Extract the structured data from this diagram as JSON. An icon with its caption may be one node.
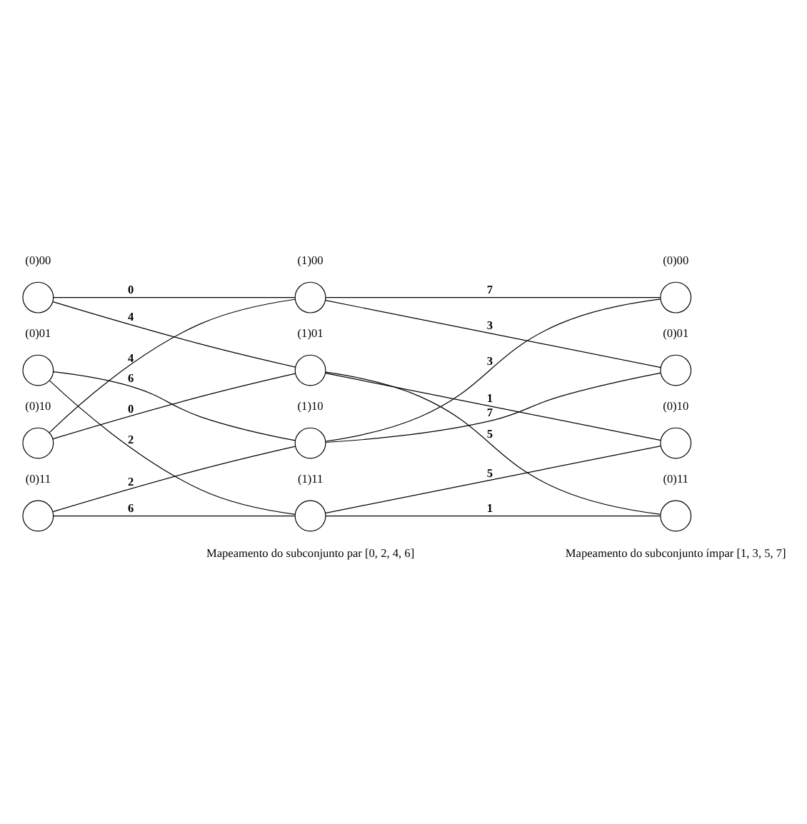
{
  "diagram": {
    "nodes": [
      {
        "text": [],
        "shape": "circle",
        "beside": [
          "(0)00"
        ]
      },
      {
        "text": [],
        "shape": "circle",
        "beside": [
          "(0)01"
        ]
      },
      {
        "text": [],
        "shape": "circle",
        "beside": [
          "(0)10"
        ]
      },
      {
        "text": [],
        "shape": "circle",
        "beside": [
          "(0)11"
        ]
      },
      {
        "text": [],
        "shape": "circle",
        "beside": [
          "(1)00"
        ]
      },
      {
        "text": [],
        "shape": "circle",
        "beside": [
          "(1)01"
        ]
      },
      {
        "text": [],
        "shape": "circle",
        "beside": [
          "(1)10"
        ]
      },
      {
        "text": [],
        "shape": "circle",
        "beside": [
          "(1)11"
        ]
      },
      {
        "text": [],
        "shape": "circle",
        "beside": [
          "(0)00"
        ]
      },
      {
        "text": [],
        "shape": "circle",
        "beside": [
          "(0)01"
        ]
      },
      {
        "text": [],
        "shape": "circle",
        "beside": [
          "(0)10"
        ]
      },
      {
        "text": [],
        "shape": "circle",
        "beside": [
          "(0)11"
        ]
      }
    ],
    "edges": [
      {
        "from": 0,
        "to": 4,
        "arrow": "none",
        "label": "0"
      },
      {
        "from": 0,
        "to": 5,
        "arrow": "none",
        "label": "4"
      },
      {
        "from": 1,
        "to": 6,
        "arrow": "none",
        "label": "6"
      },
      {
        "from": 1,
        "to": 7,
        "arrow": "none",
        "label": "2"
      },
      {
        "from": 2,
        "to": 4,
        "arrow": "none",
        "label": "4"
      },
      {
        "from": 2,
        "to": 5,
        "arrow": "none",
        "label": "0"
      },
      {
        "from": 3,
        "to": 6,
        "arrow": "none",
        "label": "2"
      },
      {
        "from": 3,
        "to": 7,
        "arrow": "none",
        "label": "6"
      },
      {
        "from": 4,
        "to": 8,
        "arrow": "none",
        "label": "7"
      },
      {
        "from": 4,
        "to": 9,
        "arrow": "none",
        "label": "3"
      },
      {
        "from": 5,
        "to": 10,
        "arrow": "none",
        "label": "1"
      },
      {
        "from": 5,
        "to": 11,
        "arrow": "none",
        "label": "5"
      },
      {
        "from": 6,
        "to": 8,
        "arrow": "none",
        "label": "3"
      },
      {
        "from": 6,
        "to": 9,
        "arrow": "none",
        "label": "7"
      },
      {
        "from": 7,
        "to": 10,
        "arrow": "none",
        "label": "5"
      },
      {
        "from": 7,
        "to": 11,
        "arrow": "none",
        "label": "1"
      }
    ],
    "labels": [
      "Mapeamento do subconjunto par [0, 2, 4, 6]",
      "Mapeamento do subconjunto ímpar [1, 3, 5, 7]"
    ]
  }
}
